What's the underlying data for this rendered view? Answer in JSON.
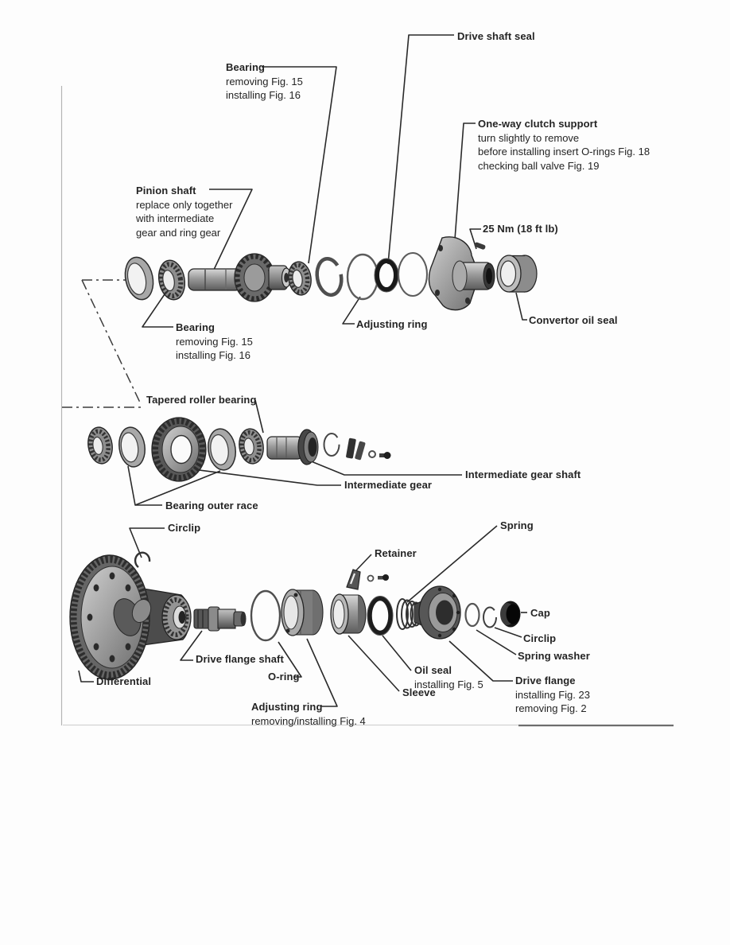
{
  "figure": {
    "type": "exploded-parts-diagram"
  },
  "labels": {
    "drive_shaft_seal": {
      "title": "Drive shaft seal"
    },
    "bearing_top": {
      "title": "Bearing",
      "notes": [
        "removing Fig. 15",
        "installing Fig. 16"
      ]
    },
    "one_way_clutch_support": {
      "title": "One-way clutch support",
      "notes": [
        "turn slightly to remove",
        "before installing insert O-rings Fig. 18",
        "checking ball valve Fig. 19"
      ]
    },
    "torque_spec": {
      "title": "25 Nm (18 ft lb)"
    },
    "pinion_shaft": {
      "title": "Pinion shaft",
      "notes": [
        "replace only together",
        "with intermediate",
        "gear and ring gear"
      ]
    },
    "bearing_lower": {
      "title": "Bearing",
      "notes": [
        "removing Fig. 15",
        "installing Fig. 16"
      ]
    },
    "adjusting_ring_upper": {
      "title": "Adjusting ring"
    },
    "convertor_oil_seal": {
      "title": "Convertor oil seal"
    },
    "tapered_roller_bearing": {
      "title": "Tapered roller bearing"
    },
    "intermediate_gear_shaft": {
      "title": "Intermediate gear shaft"
    },
    "intermediate_gear": {
      "title": "Intermediate gear"
    },
    "bearing_outer_race": {
      "title": "Bearing outer race"
    },
    "circlip_upper": {
      "title": "Circlip"
    },
    "spring": {
      "title": "Spring"
    },
    "retainer": {
      "title": "Retainer"
    },
    "drive_flange_shaft": {
      "title": "Drive flange shaft"
    },
    "o_ring": {
      "title": "O-ring"
    },
    "differential": {
      "title": "Differential"
    },
    "adjusting_ring_lower": {
      "title": "Adjusting ring",
      "notes": [
        "removing/installing Fig. 4"
      ]
    },
    "sleeve": {
      "title": "Sleeve"
    },
    "oil_seal": {
      "title": "Oil seal",
      "notes": [
        "installing Fig. 5"
      ]
    },
    "spring_washer": {
      "title": "Spring washer"
    },
    "drive_flange": {
      "title": "Drive flange",
      "notes": [
        "installing Fig. 23",
        "removing Fig. 2"
      ]
    },
    "cap": {
      "title": "Cap"
    },
    "circlip_lower_right": {
      "title": "Circlip"
    }
  }
}
